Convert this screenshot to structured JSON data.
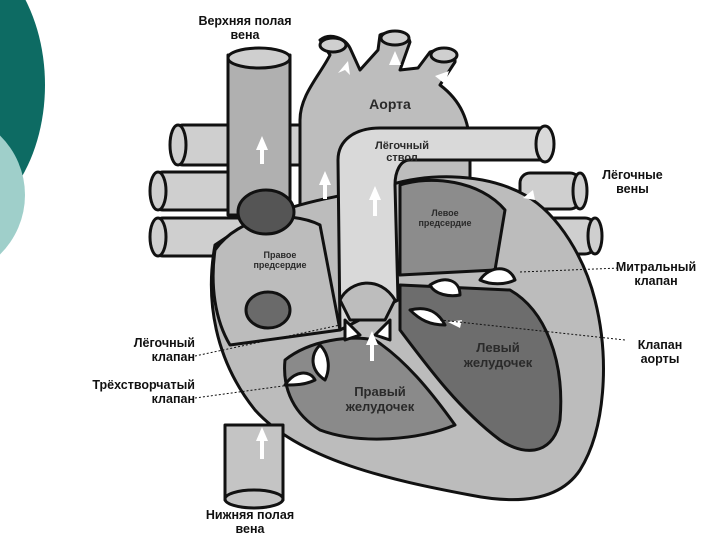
{
  "labels": {
    "svc": [
      "Верхняя полая",
      "вена"
    ],
    "ivc": [
      "Нижняя полая",
      "вена"
    ],
    "pulm_veins": [
      "Лёгочные",
      "вены"
    ],
    "mitral": [
      "Митральный",
      "клапан"
    ],
    "aortic_valve": [
      "Клапан",
      "аорты"
    ],
    "pulm_valve": [
      "Лёгочный",
      "клапан"
    ],
    "tricuspid": [
      "Трёхстворчатый",
      "клапан"
    ],
    "aorta": "Аорта",
    "pulm_trunk": [
      "Лёгочный",
      "ствол"
    ],
    "left_atrium": [
      "Левое",
      "предсердие"
    ],
    "right_atrium": [
      "Правое",
      "предсердие"
    ],
    "left_ventricle": [
      "Левый",
      "желудочек"
    ],
    "right_ventricle": [
      "Правый",
      "желудочек"
    ]
  },
  "colors": {
    "accent_dark": "#0d6b63",
    "accent_light": "#9fcfca"
  }
}
